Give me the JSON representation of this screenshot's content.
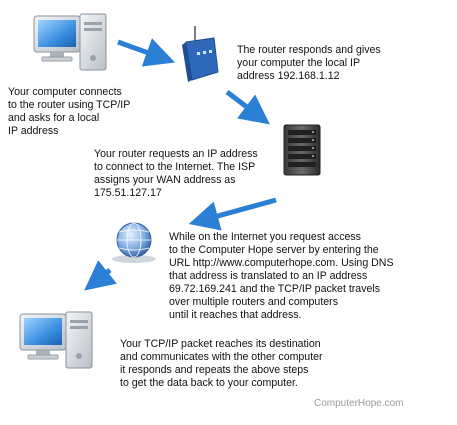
{
  "diagram": {
    "steps": [
      {
        "lines": [
          "Your computer connects",
          "to the router using TCP/IP",
          "and asks for a local",
          "IP address"
        ]
      },
      {
        "lines": [
          "The router responds and gives",
          "your computer the local IP",
          "address 192.168.1.12"
        ]
      },
      {
        "lines": [
          "Your router requests an IP address",
          "to connect to the Internet. The ISP",
          "assigns your WAN address as",
          "175.51.127.17"
        ]
      },
      {
        "lines": [
          "While on the Internet you request access",
          "to the Computer Hope server by entering the",
          "URL http://www.computerhope.com. Using DNS",
          "that address is translated to an IP address",
          "69.72.169.241 and the TCP/IP packet travels",
          "over multiple routers and computers",
          "until it reaches that address."
        ]
      },
      {
        "lines": [
          "Your TCP/IP packet reaches its destination",
          "and communicates with the other computer",
          "it responds and repeats the above steps",
          "to get the data back to your computer."
        ]
      }
    ],
    "watermark": "ComputerHope.com",
    "colors": {
      "arrow": "#2b7fd4",
      "text": "#111111"
    },
    "icons": [
      "desktop-computer-icon",
      "router-icon",
      "server-icon",
      "globe-icon",
      "desktop-computer-icon"
    ]
  }
}
